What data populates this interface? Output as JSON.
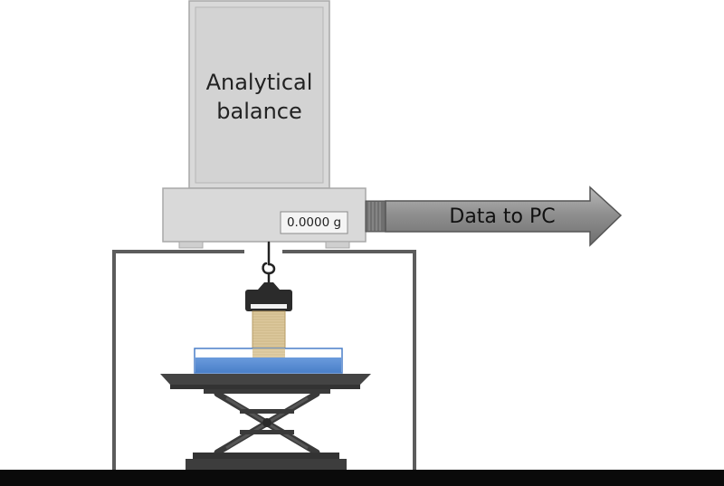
{
  "labels": {
    "balance": [
      "Analytical",
      "balance"
    ],
    "display": "0.0000 g",
    "arrow": "Data to PC"
  },
  "colors": {
    "balance_fill": "#d7d7d7",
    "balance_stroke": "#a9a9a9",
    "enclosure": "#5c5c5c",
    "water": "#5b8fd3",
    "sample": "#dcc89c",
    "holder": "#2b2b2b",
    "platform": "#444444",
    "floor": "#0a0a0a"
  },
  "icons": {
    "arrow": "right-arrow-icon",
    "hook": "hook-icon"
  }
}
